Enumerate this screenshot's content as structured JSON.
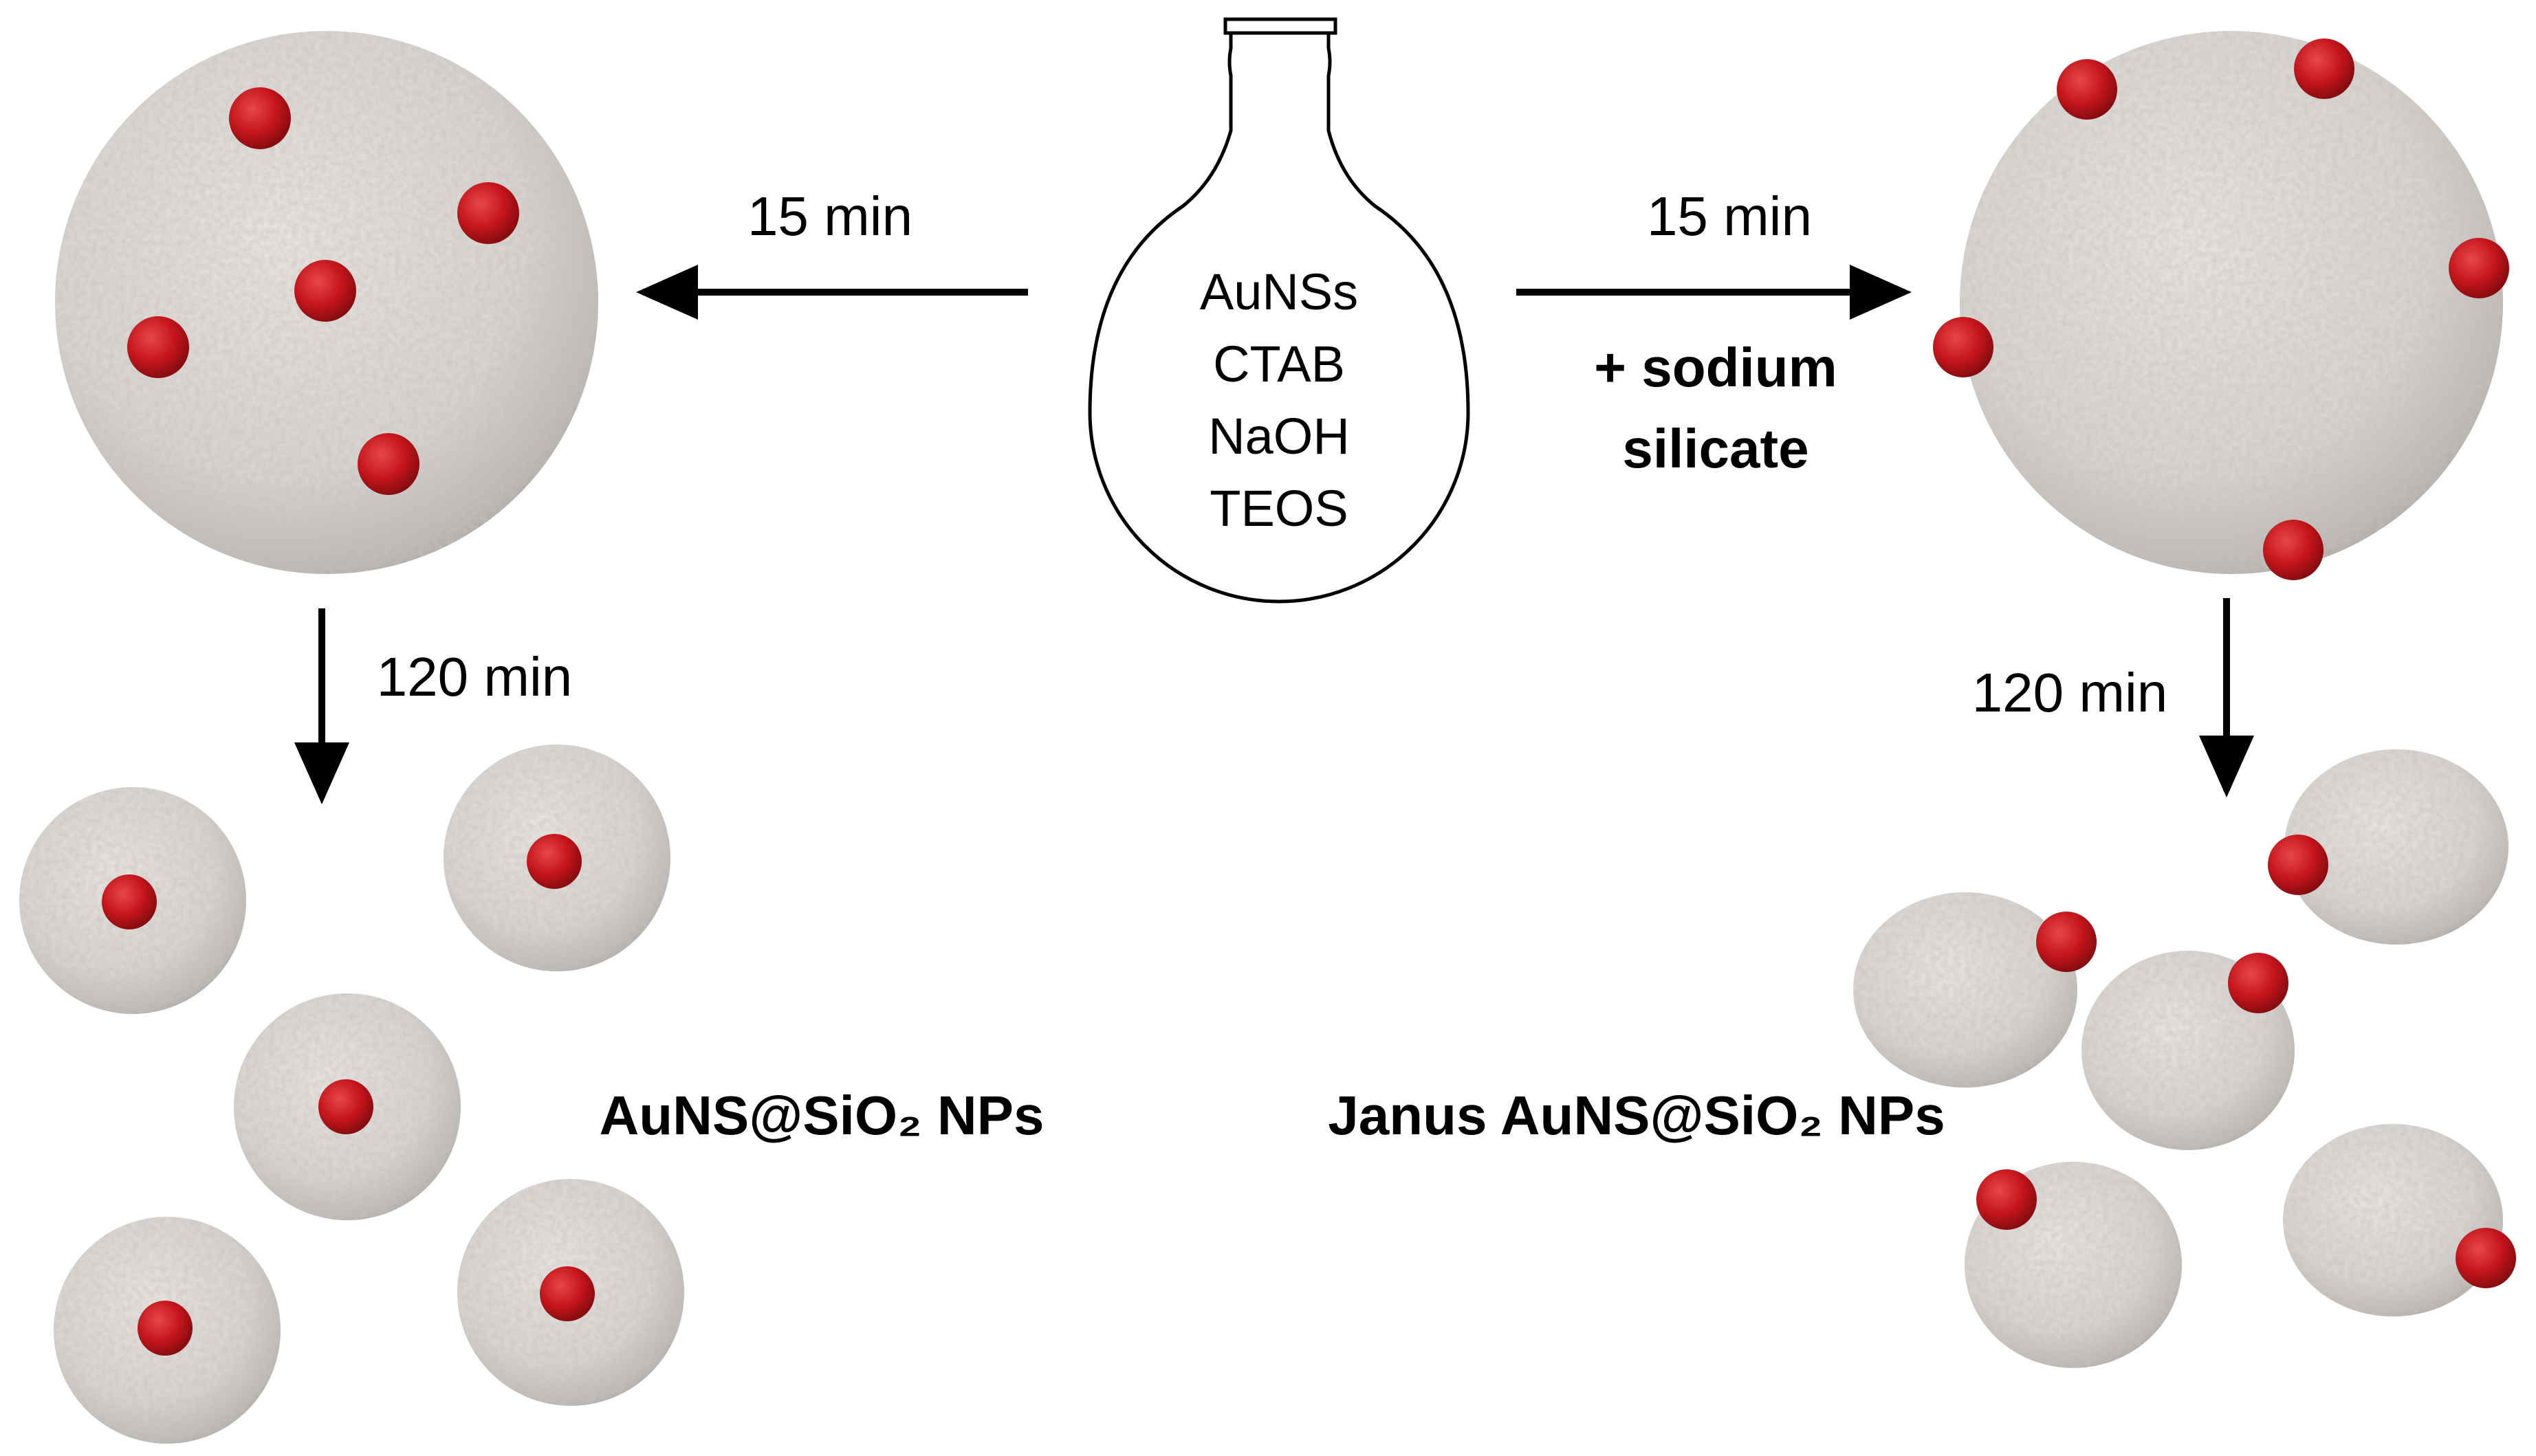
{
  "flask": {
    "contents": [
      "AuNSs",
      "CTAB",
      "NaOH",
      "TEOS"
    ]
  },
  "steps": {
    "left_time": "15 min",
    "right_time": "15 min",
    "left_down_time": "120 min",
    "right_down_time": "120 min",
    "additive_line1": "+ sodium",
    "additive_line2": "silicate"
  },
  "products": {
    "left": "AuNS@SiO₂ NPs",
    "right": "Janus AuNS@SiO₂ NPs"
  },
  "colors": {
    "silica": "#d8d4d0",
    "gold_core": "#c4161c",
    "arrow": "#000000"
  }
}
